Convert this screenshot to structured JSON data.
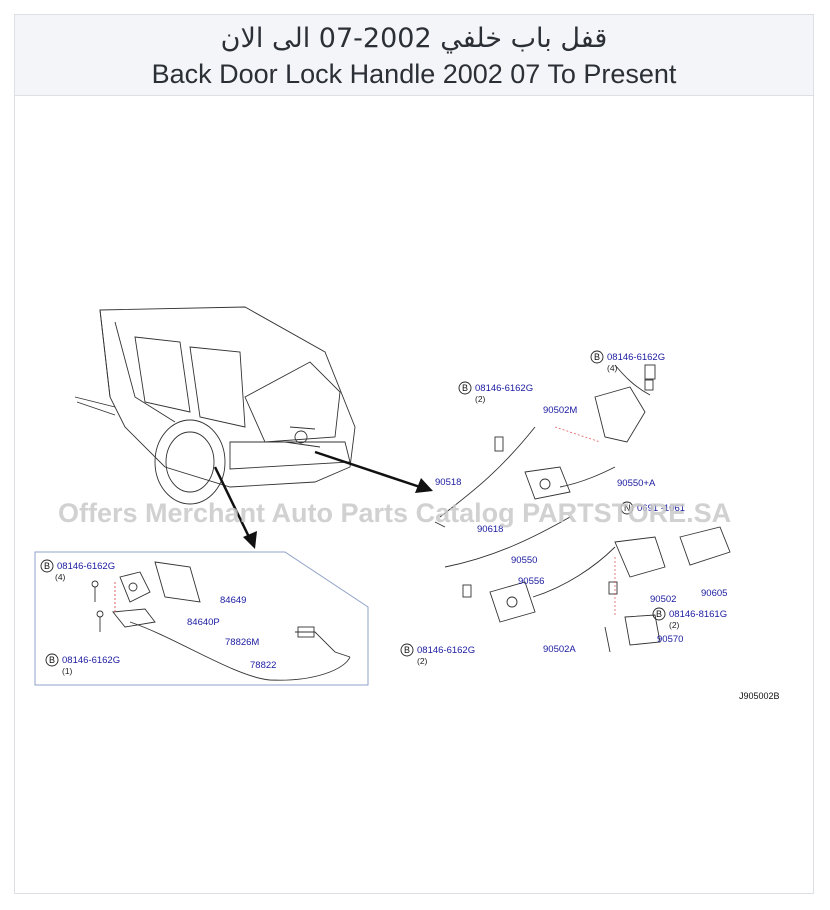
{
  "title_arabic": "قفل باب خلفي 2002-07 الى الان",
  "title_english": "Back Door Lock Handle 2002 07 To Present",
  "watermark": "Offers Merchant Auto Parts Catalog PARTSTORE.SA",
  "reference_code": "J905002B",
  "bolt_symbol": "B",
  "part_labels": {
    "bolt_top_right": "08146-6162G",
    "bolt_top_right_qty": "(4)",
    "bolt_top_mid": "08146-6162G",
    "bolt_top_mid_qty": "(2)",
    "lock_upper": "90502M",
    "rod_upper": "90550+A",
    "rod_90518": "90518",
    "rod_90618": "90618",
    "rod_90550": "90550",
    "rod_90556": "90556",
    "nut_code": "0691 -1061",
    "lock_main": "90502",
    "handle_outer": "90605",
    "bolt_8161": "08146-8161G",
    "bolt_8161_qty": "(2)",
    "cover_90570": "90570",
    "lock_90502A": "90502A",
    "bolt_bottom_mid": "08146-6162G",
    "bolt_bottom_mid_qty": "(2)",
    "inset_bolt_top": "08146-6162G",
    "inset_bolt_top_qty": "(4)",
    "inset_84649": "84649",
    "inset_84640P": "84640P",
    "inset_78826M": "78826M",
    "inset_78822": "78822",
    "inset_bolt_bottom": "08146-6162G",
    "inset_bolt_bottom_qty": "(1)"
  },
  "colors": {
    "part_number": "#1a1aa0",
    "line": "#333333",
    "inset_border": "#8fa0c8",
    "guide": "#e06060"
  }
}
